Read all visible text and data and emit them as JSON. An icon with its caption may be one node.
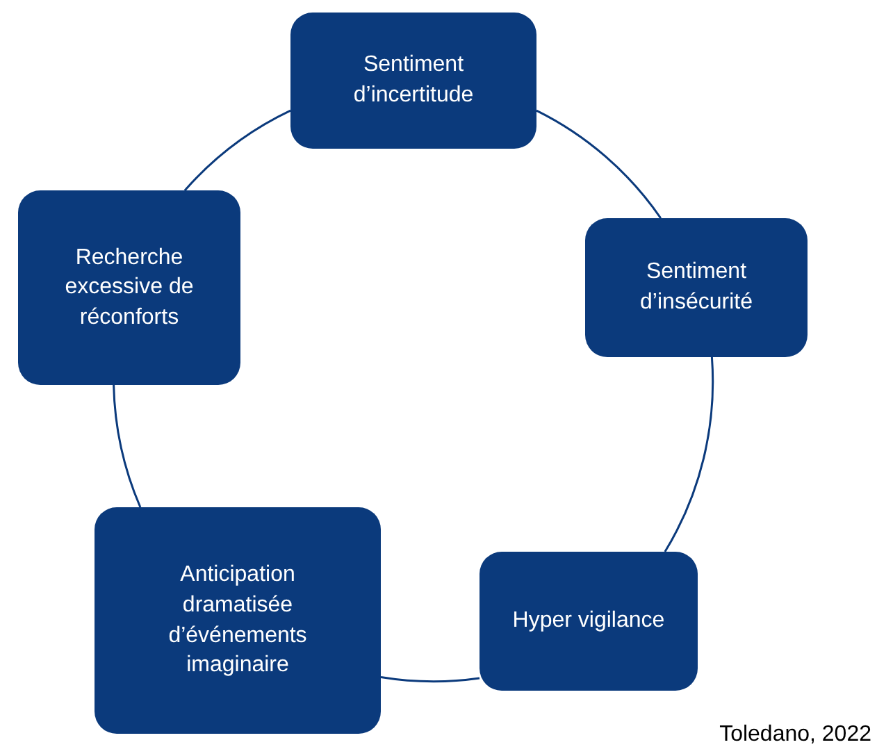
{
  "diagram": {
    "caption": "Toledano, 2022",
    "nodes": [
      {
        "text": [
          "Sentiment d’incertitude"
        ]
      },
      {
        "text": [
          "Sentiment d’insécurité"
        ]
      },
      {
        "text": [
          "Hyper vigilance"
        ]
      },
      {
        "text": [
          "Anticipation dramatisée d’événements imaginaire"
        ]
      },
      {
        "text": [
          "Recherche excessive de réconforts"
        ]
      }
    ],
    "edges": [
      {
        "from": 0,
        "to": 1,
        "arrow": "none"
      },
      {
        "from": 1,
        "to": 2,
        "arrow": "none"
      },
      {
        "from": 2,
        "to": 3,
        "arrow": "none"
      },
      {
        "from": 3,
        "to": 4,
        "arrow": "none"
      },
      {
        "from": 4,
        "to": 0,
        "arrow": "none"
      }
    ]
  }
}
